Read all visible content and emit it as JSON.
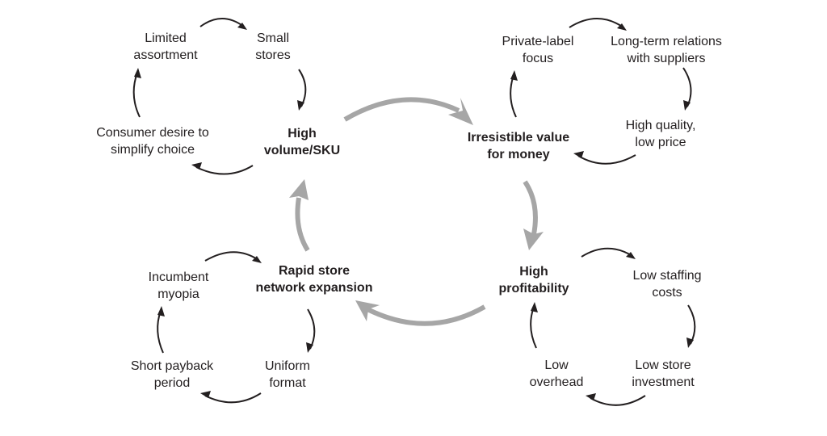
{
  "diagram": {
    "type": "reinforcing-loops",
    "colors": {
      "text": "#231f20",
      "small_arrow": "#231f20",
      "main_arrow": "#a6a6a6",
      "background": "#ffffff"
    },
    "hubs": [
      {
        "id": "high-volume",
        "lines": [
          "High",
          "volume/SKU"
        ]
      },
      {
        "id": "irresistible-value",
        "lines": [
          "Irresistible value",
          "for money"
        ]
      },
      {
        "id": "high-profitability",
        "lines": [
          "High",
          "profitability"
        ]
      },
      {
        "id": "rapid-expansion",
        "lines": [
          "Rapid store",
          "network expansion"
        ]
      }
    ],
    "loops": [
      {
        "hub": "high-volume",
        "nodes": [
          {
            "id": "limited-assortment",
            "lines": [
              "Limited",
              "assortment"
            ]
          },
          {
            "id": "small-stores",
            "lines": [
              "Small",
              "stores"
            ]
          },
          {
            "id": "consumer-desire",
            "lines": [
              "Consumer desire to",
              "simplify choice"
            ]
          }
        ]
      },
      {
        "hub": "irresistible-value",
        "nodes": [
          {
            "id": "private-label",
            "lines": [
              "Private-label",
              "focus"
            ]
          },
          {
            "id": "long-term-relations",
            "lines": [
              "Long-term relations",
              "with suppliers"
            ]
          },
          {
            "id": "high-quality",
            "lines": [
              "High quality,",
              "low price"
            ]
          }
        ]
      },
      {
        "hub": "high-profitability",
        "nodes": [
          {
            "id": "low-staffing",
            "lines": [
              "Low staffing",
              "costs"
            ]
          },
          {
            "id": "low-store-investment",
            "lines": [
              "Low store",
              "investment"
            ]
          },
          {
            "id": "low-overhead",
            "lines": [
              "Low",
              "overhead"
            ]
          }
        ]
      },
      {
        "hub": "rapid-expansion",
        "nodes": [
          {
            "id": "incumbent-myopia",
            "lines": [
              "Incumbent",
              "myopia"
            ]
          },
          {
            "id": "uniform-format",
            "lines": [
              "Uniform",
              "format"
            ]
          },
          {
            "id": "short-payback",
            "lines": [
              "Short payback",
              "period"
            ]
          }
        ]
      }
    ],
    "main_cycle": [
      "high-volume",
      "irresistible-value",
      "high-profitability",
      "rapid-expansion",
      "high-volume"
    ]
  }
}
